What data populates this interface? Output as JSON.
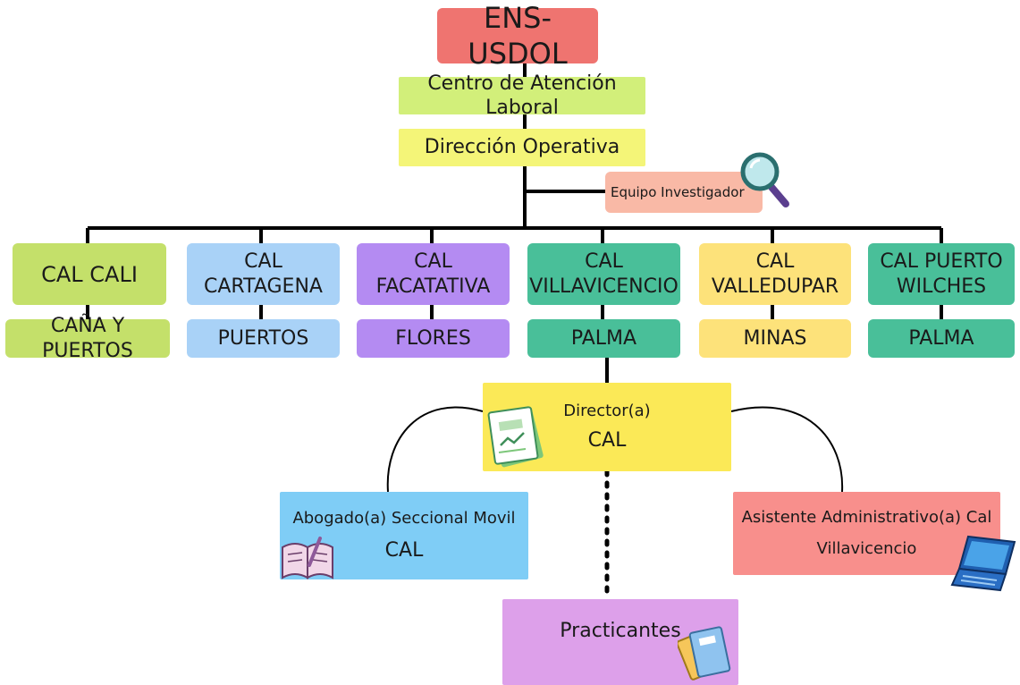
{
  "colors": {
    "top": "#ef7470",
    "lime": "#d2ef7a",
    "yellow": "#f4f578",
    "peach": "#f9b9a6",
    "olive": "#c4e06a",
    "lightblue": "#a9d2f7",
    "purple": "#b48bf2",
    "teal": "#49bf99",
    "gold": "#fde27a",
    "bright_yellow": "#fbe957",
    "sky": "#7fcdf6",
    "salmon": "#f88f8c",
    "lavender": "#dda0ea",
    "line": "#000000"
  },
  "org": {
    "root": "ENS-USDOL",
    "center": "Centro de Atención Laboral",
    "direction": "Dirección Operativa",
    "investigator": "Equipo Investigador",
    "cals": [
      {
        "line1": "CAL CALI",
        "line2": "",
        "sector": "CAÑA Y PUERTOS"
      },
      {
        "line1": "CAL",
        "line2": "CARTAGENA",
        "sector": "PUERTOS"
      },
      {
        "line1": "CAL",
        "line2": "FACATATIVA",
        "sector": "FLORES"
      },
      {
        "line1": "CAL",
        "line2": "VILLAVICENCIO",
        "sector": "PALMA"
      },
      {
        "line1": "CAL",
        "line2": "VALLEDUPAR",
        "sector": "MINAS"
      },
      {
        "line1": "CAL PUERTO",
        "line2": "WILCHES",
        "sector": "PALMA"
      }
    ],
    "director": {
      "line1": "Director(a)",
      "line2": "CAL"
    },
    "lawyer": {
      "line1": "Abogado(a) Seccional Movil",
      "line2": "CAL"
    },
    "assistant": {
      "line1": "Asistente Administrativo(a) Cal",
      "line2": "Villavicencio"
    },
    "interns": "Practicantes"
  },
  "icons": {
    "investigator": "magnifying-glass-icon",
    "director": "report-document-icon",
    "lawyer": "open-notebook-icon",
    "assistant": "laptop-icon",
    "interns": "notebooks-icon"
  }
}
